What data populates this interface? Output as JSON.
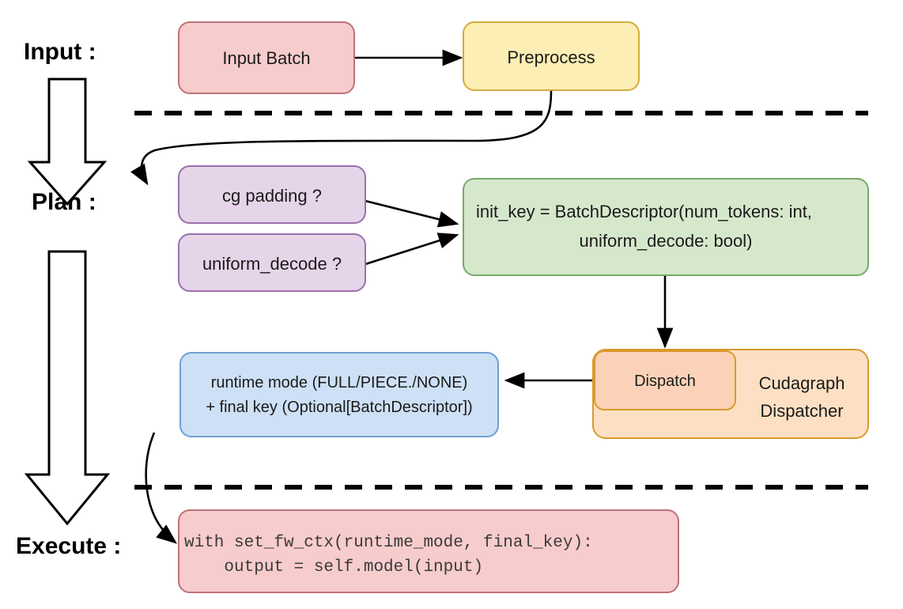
{
  "diagram": {
    "title": "vLLM cudagraph dispatch pipeline",
    "background": "#ffffff",
    "stages": [
      {
        "id": "input",
        "label": "Input :"
      },
      {
        "id": "plan",
        "label": "Plan :"
      },
      {
        "id": "execute",
        "label": "Execute :"
      }
    ],
    "nodes": [
      {
        "id": "input-batch",
        "label": "Input Batch",
        "fill": "#f7cccc",
        "stroke": "#c0707a"
      },
      {
        "id": "preprocess",
        "label": "Preprocess",
        "fill": "#fdeeb5",
        "stroke": "#d4ac3c"
      },
      {
        "id": "cg-padding",
        "label": "cg padding ?",
        "fill": "#e6d4e8",
        "stroke": "#9b6fae"
      },
      {
        "id": "uniform-decode",
        "label": "uniform_decode ?",
        "fill": "#e6d4e8",
        "stroke": "#9b6fae"
      },
      {
        "id": "init-key",
        "label_line1": "init_key = BatchDescriptor(num_tokens: int,",
        "label_line2": "uniform_decode: bool)",
        "fill": "#d6e8cc",
        "stroke": "#79a86b"
      },
      {
        "id": "cudagraph-dispatcher",
        "label_line1": "Cudagraph",
        "label_line2": "Dispatcher",
        "fill": "#fde0c3",
        "stroke": "#d99a2b"
      },
      {
        "id": "dispatch",
        "label": "Dispatch",
        "fill": "#fbd2b8",
        "stroke": "#d99a2b"
      },
      {
        "id": "runtime-mode",
        "label_line1": "runtime mode (FULL/PIECE./NONE)",
        "label_line2": "+ final key (Optional[BatchDescriptor])",
        "fill": "#cde0f5",
        "stroke": "#6f9fd4"
      },
      {
        "id": "execute-code",
        "label_line1": "with set_fw_ctx(runtime_mode, final_key):",
        "label_line2": "    output = self.model(input)",
        "fill": "#f7cccc",
        "stroke": "#c0707a"
      }
    ],
    "dividers": [
      {
        "id": "divider-input-plan",
        "color": "#000000"
      },
      {
        "id": "divider-plan-execute",
        "color": "#000000"
      }
    ],
    "connectors": [
      {
        "id": "input-batch-to-preprocess"
      },
      {
        "id": "preprocess-to-cg-padding"
      },
      {
        "id": "cg-padding-to-init-key"
      },
      {
        "id": "uniform-decode-to-init-key"
      },
      {
        "id": "init-key-to-dispatcher"
      },
      {
        "id": "dispatch-to-runtime-mode"
      },
      {
        "id": "runtime-mode-to-execute-code"
      }
    ],
    "stage_arrows": [
      {
        "id": "stage-arrow-input-plan"
      },
      {
        "id": "stage-arrow-plan-execute"
      }
    ]
  }
}
